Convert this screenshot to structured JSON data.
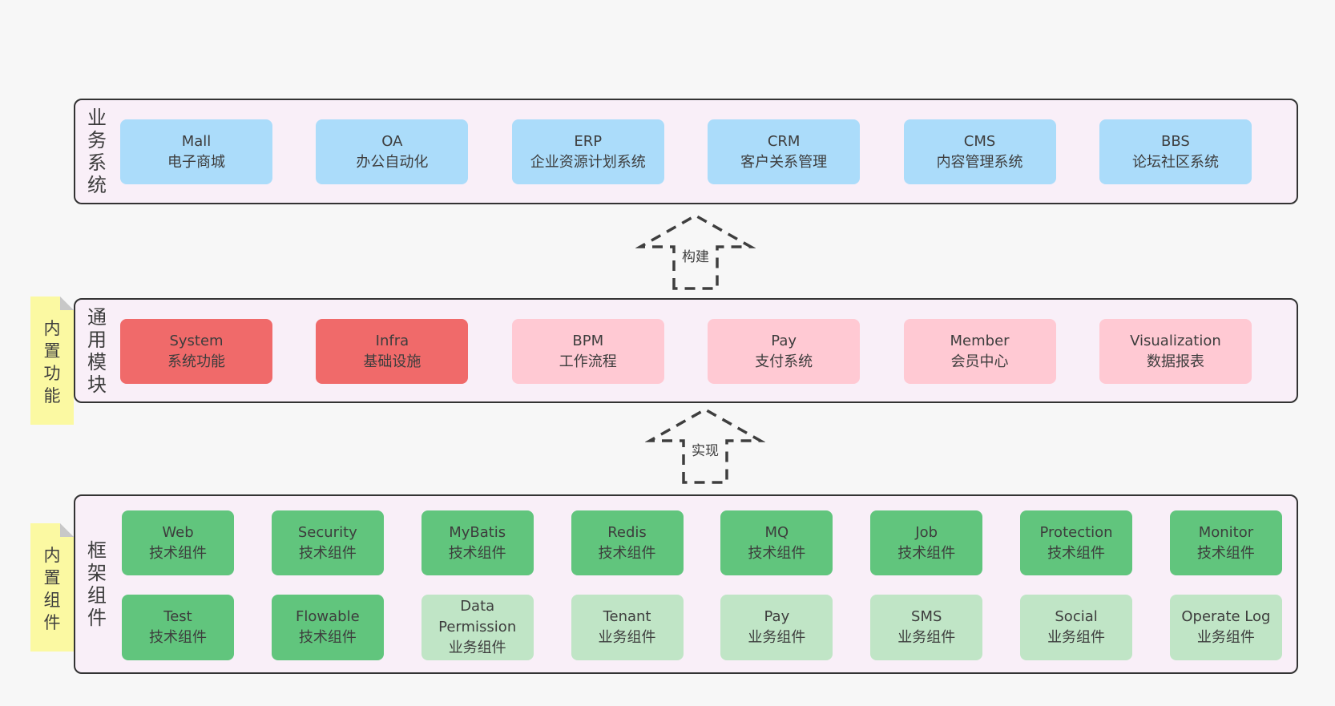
{
  "colors": {
    "page_bg": "#f7f7f7",
    "container_bg": "#f9eff8",
    "container_border": "#333333",
    "business_box": "#abdcfa",
    "core_module_box": "#f06a6a",
    "optional_module_box": "#ffc9d3",
    "tech_component_box": "#61c57d",
    "biz_component_box": "#c0e5c6",
    "sticky_note": "#fbf9a2",
    "text": "#3d3d3d"
  },
  "layers": {
    "business": {
      "label": "业务系统",
      "items": [
        {
          "name": "Mall",
          "subtitle": "电子商城"
        },
        {
          "name": "OA",
          "subtitle": "办公自动化"
        },
        {
          "name": "ERP",
          "subtitle": "企业资源计划系统"
        },
        {
          "name": "CRM",
          "subtitle": "客户关系管理"
        },
        {
          "name": "CMS",
          "subtitle": "内容管理系统"
        },
        {
          "name": "BBS",
          "subtitle": "论坛社区系统"
        }
      ]
    },
    "modules": {
      "label": "通用模块",
      "sticky": "内置功能",
      "items": [
        {
          "name": "System",
          "subtitle": "系统功能"
        },
        {
          "name": "Infra",
          "subtitle": "基础设施"
        },
        {
          "name": "BPM",
          "subtitle": "工作流程"
        },
        {
          "name": "Pay",
          "subtitle": "支付系统"
        },
        {
          "name": "Member",
          "subtitle": "会员中心"
        },
        {
          "name": "Visualization",
          "subtitle": "数据报表"
        }
      ]
    },
    "components": {
      "label": "框架组件",
      "sticky": "内置组件",
      "row1": [
        {
          "name": "Web",
          "subtitle": "技术组件"
        },
        {
          "name": "Security",
          "subtitle": "技术组件"
        },
        {
          "name": "MyBatis",
          "subtitle": "技术组件"
        },
        {
          "name": "Redis",
          "subtitle": "技术组件"
        },
        {
          "name": "MQ",
          "subtitle": "技术组件"
        },
        {
          "name": "Job",
          "subtitle": "技术组件"
        },
        {
          "name": "Protection",
          "subtitle": "技术组件"
        },
        {
          "name": "Monitor",
          "subtitle": "技术组件"
        }
      ],
      "row2": [
        {
          "name": "Test",
          "subtitle": "技术组件"
        },
        {
          "name": "Flowable",
          "subtitle": "技术组件"
        },
        {
          "name": "Data Permission",
          "subtitle": "业务组件"
        },
        {
          "name": "Tenant",
          "subtitle": "业务组件"
        },
        {
          "name": "Pay",
          "subtitle": "业务组件"
        },
        {
          "name": "SMS",
          "subtitle": "业务组件"
        },
        {
          "name": "Social",
          "subtitle": "业务组件"
        },
        {
          "name": "Operate Log",
          "subtitle": "业务组件"
        }
      ]
    }
  },
  "arrows": {
    "build": "构建",
    "implement": "实现"
  }
}
